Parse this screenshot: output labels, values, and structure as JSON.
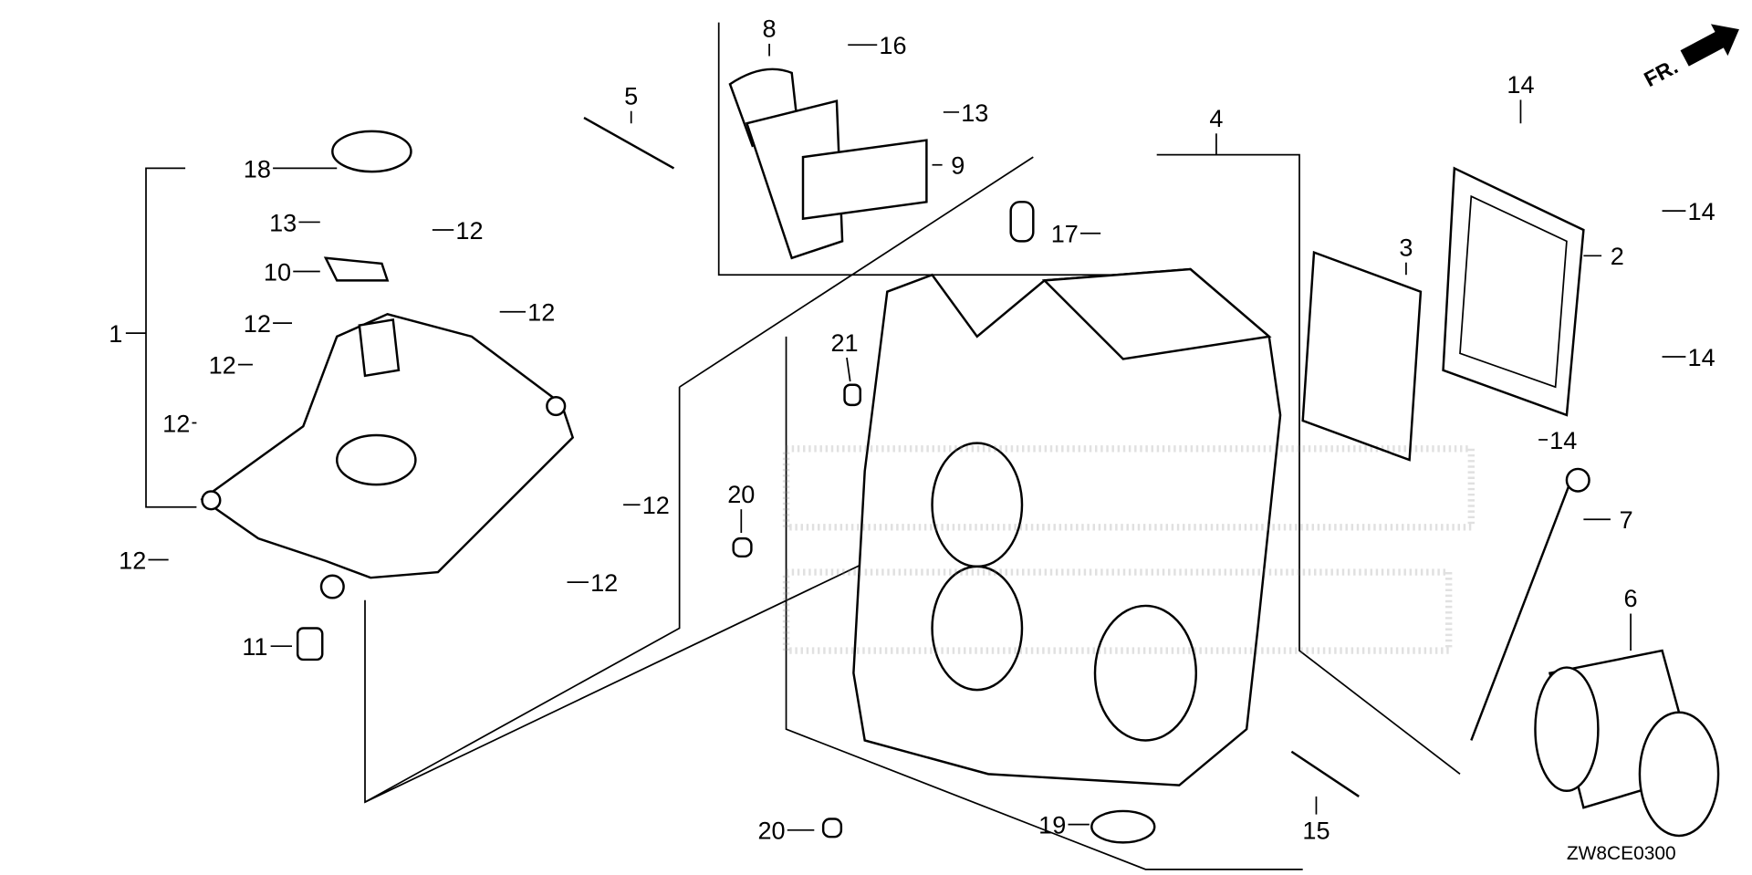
{
  "diagram": {
    "orientation_label": "FR.",
    "orientation_icon": "front-arrow-icon",
    "diagram_code": "ZW8CE0300",
    "callouts": [
      "8",
      "16",
      "5",
      "13",
      "4",
      "14",
      "9",
      "18",
      "13",
      "12",
      "17",
      "14",
      "3",
      "2",
      "10",
      "12",
      "1",
      "12",
      "21",
      "12",
      "14",
      "12",
      "14",
      "20",
      "12",
      "7",
      "12",
      "12",
      "6",
      "11",
      "20",
      "19",
      "15"
    ]
  }
}
